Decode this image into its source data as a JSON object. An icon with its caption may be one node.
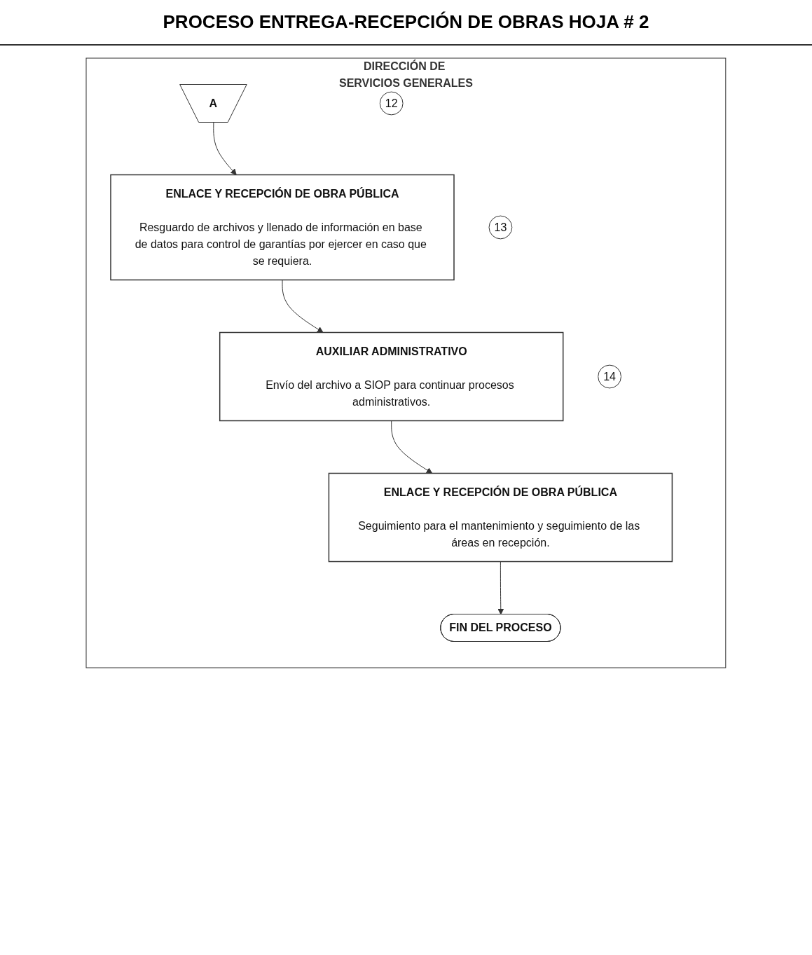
{
  "diagram": {
    "title": "PROCESO ENTREGA-RECEPCIÓN DE OBRAS HOJA # 2",
    "nodes": [
      {
        "text": [
          "DIRECCIÓN DE SERVICIOS GENERALES"
        ]
      },
      {
        "text": [
          "A"
        ],
        "in": 0
      },
      {
        "text": [
          "12"
        ],
        "in": 0
      },
      {
        "text": [
          "ENLACE Y RECEPCIÓN DE OBRA PÚBLICA",
          "Resguardo de archivos y llenado de información en base de datos para control de garantías por ejercer en caso que se requiera."
        ],
        "in": 0
      },
      {
        "text": [
          "13"
        ],
        "in": 0
      },
      {
        "text": [
          "AUXILIAR ADMINISTRATIVO",
          "Envío del archivo a SIOP para continuar procesos administrativos."
        ],
        "in": 0
      },
      {
        "text": [
          "14"
        ],
        "in": 0
      },
      {
        "text": [
          "ENLACE Y RECEPCIÓN DE OBRA PÚBLICA",
          "Seguimiento para el mantenimiento y seguimiento de las áreas en recepción."
        ],
        "in": 0
      },
      {
        "text": [
          "FIN DEL PROCESO"
        ],
        "in": 0
      }
    ],
    "edges": [
      {
        "from": 1,
        "to": 3,
        "arrow": "to"
      },
      {
        "from": 3,
        "to": 5,
        "arrow": "to"
      },
      {
        "from": 5,
        "to": 7,
        "arrow": "to"
      },
      {
        "from": 7,
        "to": 8,
        "arrow": "to"
      }
    ]
  }
}
